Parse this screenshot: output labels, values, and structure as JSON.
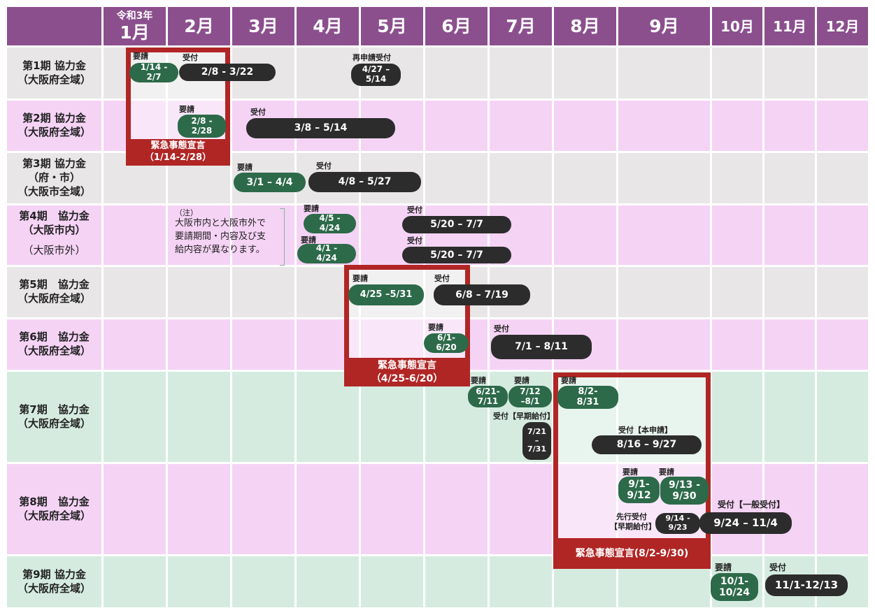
{
  "header": {
    "jan_prefix": "令和3年",
    "months": [
      "1月",
      "2月",
      "3月",
      "4月",
      "5月",
      "6月",
      "7月",
      "8月",
      "9月",
      "10月",
      "11月",
      "12月"
    ]
  },
  "rows": [
    {
      "name": "第1期 協力金",
      "area": "（大阪府全域）"
    },
    {
      "name": "第2期 協力金",
      "area": "（大阪府全域）"
    },
    {
      "name": "第3期 協力金",
      "area": "（府・市）",
      "area2": "（大阪市全域）"
    },
    {
      "name": "第4期　協力金",
      "area": "（大阪市内）",
      "area2": "（大阪市外）"
    },
    {
      "name": "第5期　協力金",
      "area": "（大阪府全域）"
    },
    {
      "name": "第6期　協力金",
      "area": "（大阪府全域）"
    },
    {
      "name": "第7期　協力金",
      "area": "（大阪府全域）"
    },
    {
      "name": "第8期　協力金",
      "area": "（大阪府全域）"
    },
    {
      "name": "第9期 協力金",
      "area": "（大阪府全域）"
    }
  ],
  "colors": {
    "header": "#8b4f8e",
    "row_gray": "#e8e6e6",
    "row_pink": "#f5d3f5",
    "row_green": "#d5ebe0",
    "emergency": "#b02625",
    "youkei": "#2d6a4a",
    "uketsuke": "#2c2c2c"
  },
  "labels": {
    "youkei": "要請",
    "uketsuke": "受付",
    "resubmit": "再申請受付",
    "early_pay": "受付【早期給付】",
    "main_apply": "受付【本申請】",
    "advance": "先行受付",
    "advance2": "【早期給付】",
    "general": "受付【一般受付】"
  },
  "emergency": [
    {
      "title": "緊急事態宣言",
      "period": "（1/14-2/28）"
    },
    {
      "title": "緊急事態宣言",
      "period": "（4/25-6/20）"
    },
    {
      "title": "緊急事態宣言(8/2-9/30)"
    }
  ],
  "note": {
    "mark": "（注）",
    "lines": [
      "大阪市内と大阪市外で",
      "要請期間・内容及び支",
      "給内容が異なります。"
    ]
  },
  "periods": {
    "p1_youkei": [
      "1/14 -",
      "2/7"
    ],
    "p1_uketsuke": "2/8 - 3/22",
    "p1_resubmit": [
      "4/27 –",
      "5/14"
    ],
    "p2_youkei": [
      "2/8 -",
      "2/28"
    ],
    "p2_uketsuke": "3/8 – 5/14",
    "p3_youkei": "3/1 – 4/4",
    "p3_uketsuke": "4/8 – 5/27",
    "p4a_youkei": [
      "4/5 -",
      "4/24"
    ],
    "p4a_uketsuke": "5/20 – 7/7",
    "p4b_youkei": [
      "4/1 -",
      "4/24"
    ],
    "p4b_uketsuke": "5/20 – 7/7",
    "p5_youkei": "4/25 –5/31",
    "p5_uketsuke": "6/8 – 7/19",
    "p6_youkei": [
      "6/1-",
      "6/20"
    ],
    "p6_uketsuke": "7/1 – 8/11",
    "p7_y1": [
      "6/21-",
      "7/11"
    ],
    "p7_y2": [
      "7/12",
      "–8/1"
    ],
    "p7_y3": [
      "8/2-",
      "8/31"
    ],
    "p7_early": [
      "7/21",
      "–",
      "7/31"
    ],
    "p7_main": "8/16 – 9/27",
    "p8_y1": [
      "9/1-",
      "9/12"
    ],
    "p8_y2": [
      "9/13 -",
      "9/30"
    ],
    "p8_advance": [
      "9/14 -",
      "9/23"
    ],
    "p8_general": "9/24 – 11/4",
    "p9_youkei": [
      "10/1-",
      "10/24"
    ],
    "p9_uketsuke": "11/1-12/13"
  }
}
